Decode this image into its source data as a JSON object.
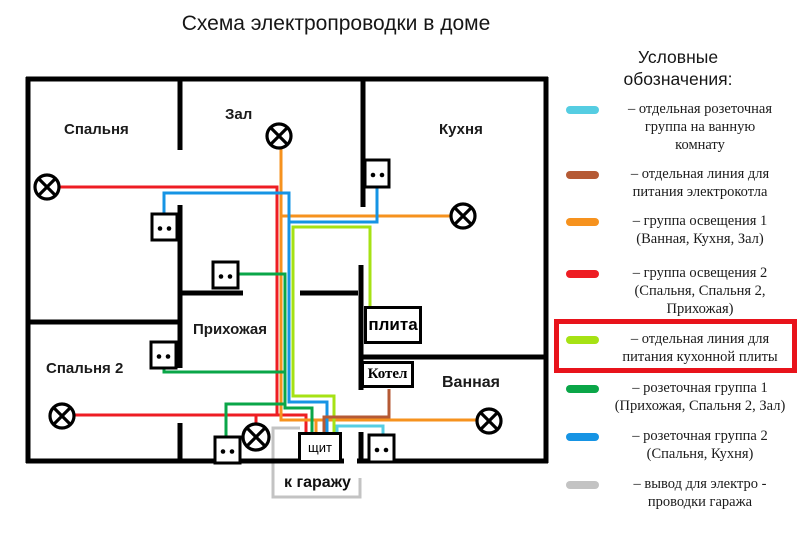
{
  "title": "Схема электропроводки в доме",
  "colors": {
    "cyan": "#55CDE2",
    "brown": "#B55A35",
    "orange": "#F6921E",
    "red": "#EE1D23",
    "chartreuse": "#A6E214",
    "green": "#0AA648",
    "blue": "#1694E4",
    "gray": "#C3C3C3",
    "highlight": "#E8131B",
    "wall": "#000000"
  },
  "legend": {
    "heading": "Условные\nобозначения:",
    "items": [
      {
        "name": "bathroom-socket-line",
        "text": "– отдельная розеточная\nгруппа на ванную\nкомнату"
      },
      {
        "name": "boiler-line",
        "text": "– отдельная линия для\nпитания электрокотла"
      },
      {
        "name": "lighting-group-1",
        "text": "– группа освещения 1\n(Ванная, Кухня, Зал)"
      },
      {
        "name": "lighting-group-2",
        "text": "– группа освещения 2\n(Спальня, Спальня 2,\nПрихожая)"
      },
      {
        "name": "stove-line",
        "text": "– отдельная линия для\nпитания кухонной плиты",
        "highlighted": true
      },
      {
        "name": "socket-group-1",
        "text": "– розеточная группа 1\n(Прихожая, Спальня 2, Зал)"
      },
      {
        "name": "socket-group-2",
        "text": "– розеточная группа 2\n(Спальня, Кухня)"
      },
      {
        "name": "garage-line",
        "text": "– вывод для электро -\nпроводки гаража"
      }
    ]
  },
  "rooms": {
    "bedroom": "Спальня",
    "hall": "Зал",
    "kitchen": "Кухня",
    "hallway": "Прихожая",
    "bedroom2": "Спальня 2",
    "bathroom": "Ванная"
  },
  "equipment": {
    "stove": "плита",
    "boiler": "Котел",
    "panel": "щит",
    "garage": "к гаражу"
  }
}
